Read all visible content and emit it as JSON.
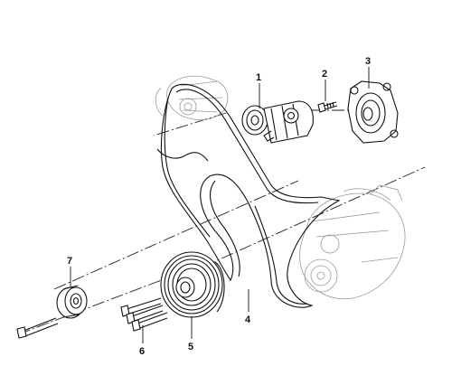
{
  "callouts": [
    {
      "id": "1",
      "label": "1"
    },
    {
      "id": "2",
      "label": "2"
    },
    {
      "id": "3",
      "label": "3"
    },
    {
      "id": "4",
      "label": "4"
    },
    {
      "id": "5",
      "label": "5"
    },
    {
      "id": "6",
      "label": "6"
    },
    {
      "id": "7",
      "label": "7"
    }
  ],
  "colors": {
    "ink": "#111111",
    "ghost": "#9a9a9a",
    "background": "#ffffff"
  }
}
